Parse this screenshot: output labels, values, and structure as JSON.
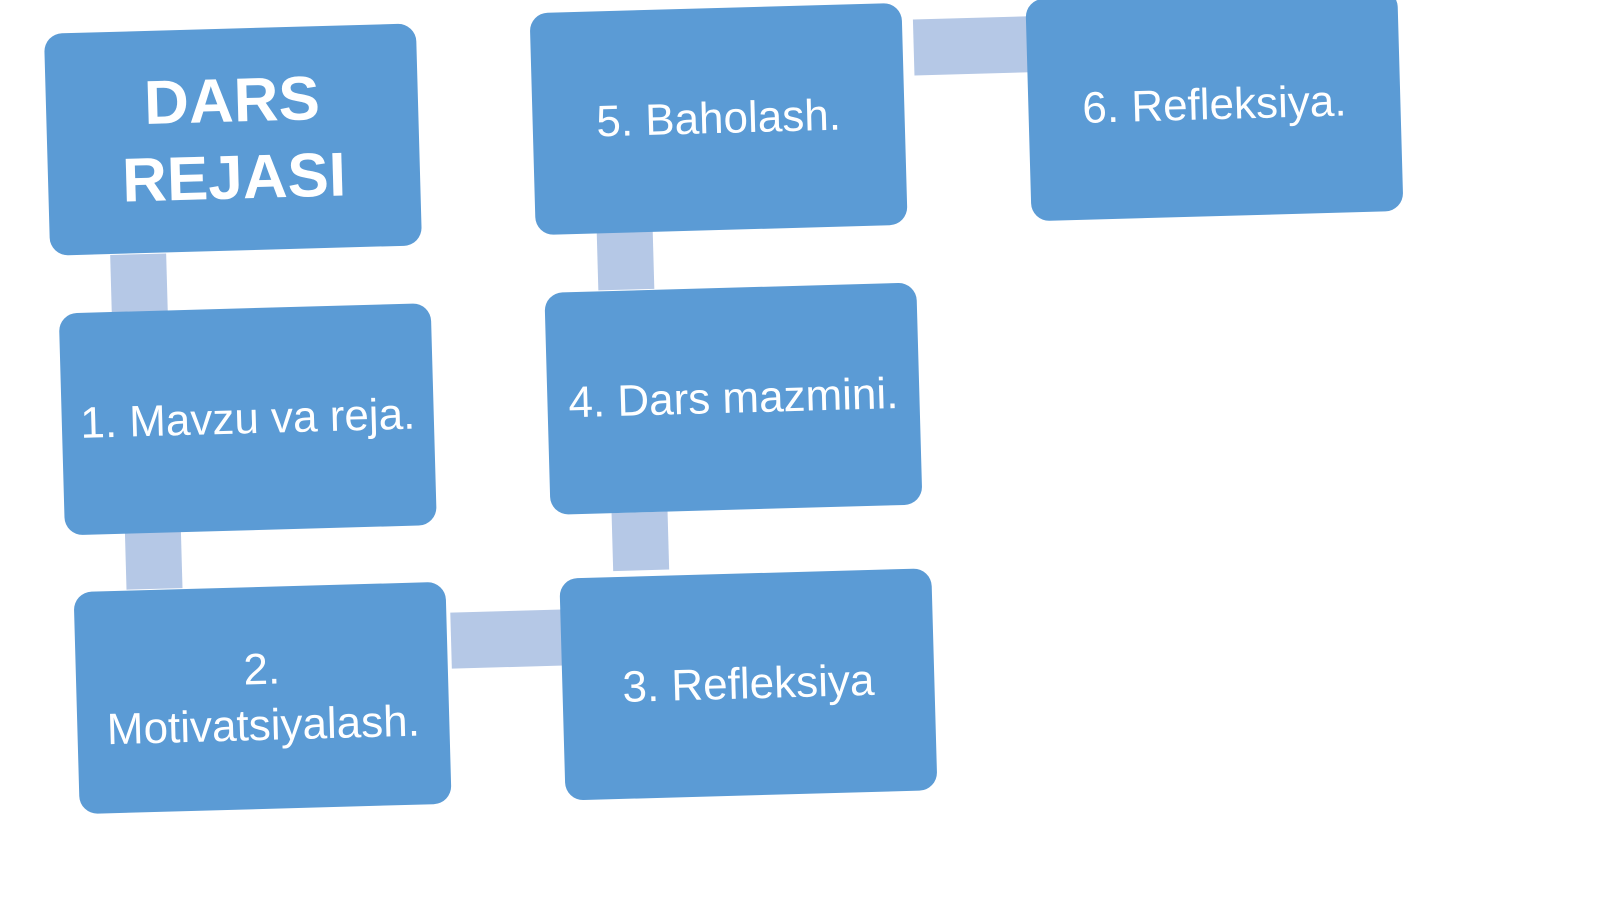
{
  "colors": {
    "box_fill": "#5b9bd5",
    "box_text": "#ffffff",
    "connector": "#b5c8e6",
    "background": "#ffffff"
  },
  "nodes": {
    "title": "DARS REJASI",
    "step1": "1. Mavzu va reja.",
    "step2": "2. Motivatsiyalash.",
    "step3": "3. Refleksiya",
    "step4": "4. Dars mazmini.",
    "step5": "5. Baholash.",
    "step6": "6. Refleksiya."
  }
}
